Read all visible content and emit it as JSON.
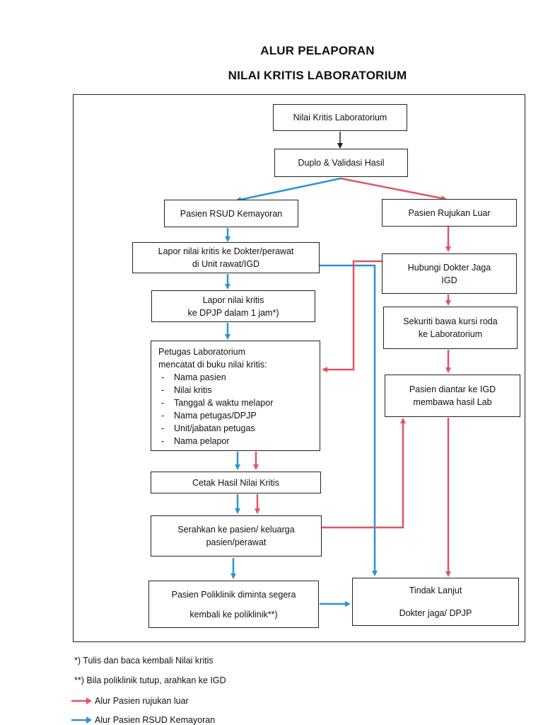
{
  "title_line1": "ALUR PELAPORAN",
  "title_line2": "NILAI KRITIS LABORATORIUM",
  "boxes": {
    "nilai_kritis": "Nilai Kritis Laboratorium",
    "duplo": "Duplo & Validasi Hasil",
    "pasien_rsud": "Pasien RSUD Kemayoran",
    "pasien_rujukan": "Pasien Rujukan Luar",
    "lapor_dokter": "Lapor nilai kritis ke Dokter/perawat\ndi Unit rawat/IGD",
    "hubungi_dokter": "Hubungi Dokter Jaga\nIGD",
    "lapor_dpjp": "Lapor nilai kritis\nke DPJP dalam 1 jam*)",
    "sekuriti": "Sekuriti bawa kursi roda\nke Laboratorium",
    "petugas_heading": "Petugas Laboratorium\nmencatat di buku nilai kritis:",
    "petugas_items": [
      "Nama pasien",
      "Nilai kritis",
      "Tanggal & waktu melapor",
      "Nama petugas/DPJP",
      "Unit/jabatan petugas",
      "Nama pelapor"
    ],
    "pasien_diantar": "Pasien diantar ke IGD\nmembawa hasil Lab",
    "cetak": "Cetak Hasil Nilai Kritis",
    "serahkan": "Serahkan ke pasien/ keluarga\npasien/perawat",
    "poliklinik": "Pasien Poliklinik diminta segera\nkembali ke poliklinik**)",
    "tindak_line1": "Tindak Lanjut",
    "tindak_line2": "Dokter jaga/ DPJP"
  },
  "footnotes": {
    "note1": "*) Tulis dan baca kembali Nilai kritis",
    "note2": "**) Bila poliklinik tutup, arahkan ke IGD"
  },
  "legend": [
    {
      "label": "Alur Pasien rujukan luar",
      "color": "#e05466"
    },
    {
      "label": "Alur Pasien RSUD Kemayoran",
      "color": "#2e93d1"
    }
  ],
  "colors": {
    "red": "#e05466",
    "blue": "#2e93d1"
  }
}
